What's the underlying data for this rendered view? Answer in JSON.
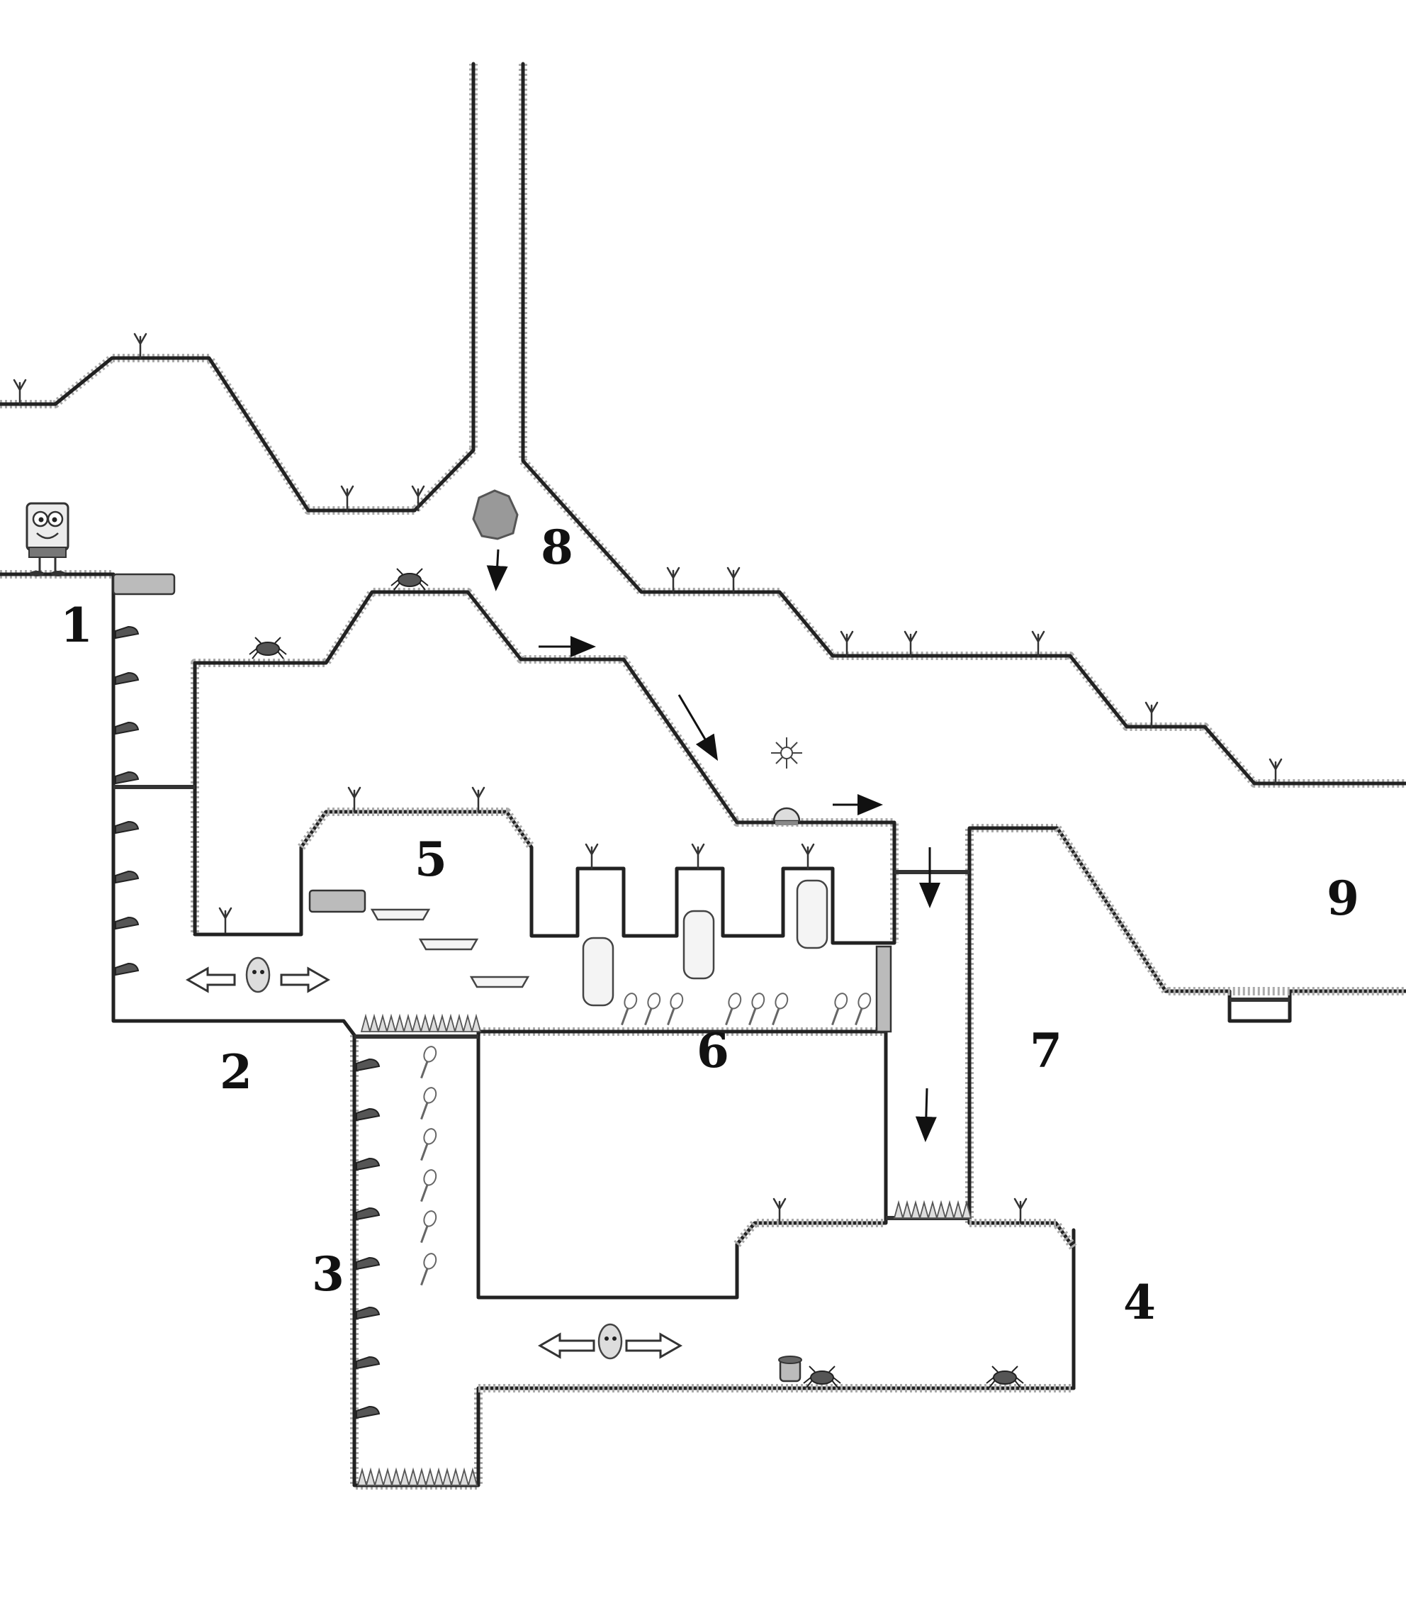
{
  "map": {
    "area_labels": [
      "1",
      "2",
      "3",
      "4",
      "5",
      "6",
      "7",
      "8",
      "9"
    ]
  },
  "icons": {
    "player": "spongebob-sprite",
    "boulder": "boulder-icon",
    "crab": "crab-enemy-icon",
    "jellyfish": "jellyfish-enemy-icon",
    "spatula": "golden-spatula-icon",
    "spikes": "spike-grass-icon",
    "hook": "wall-hook-icon",
    "tiki": "tiki-pot-icon",
    "spark": "electric-spark-icon"
  },
  "colors": {
    "ink": "#222222",
    "grass": "#aaaaaa",
    "rock": "#888888",
    "background": "#ffffff"
  }
}
